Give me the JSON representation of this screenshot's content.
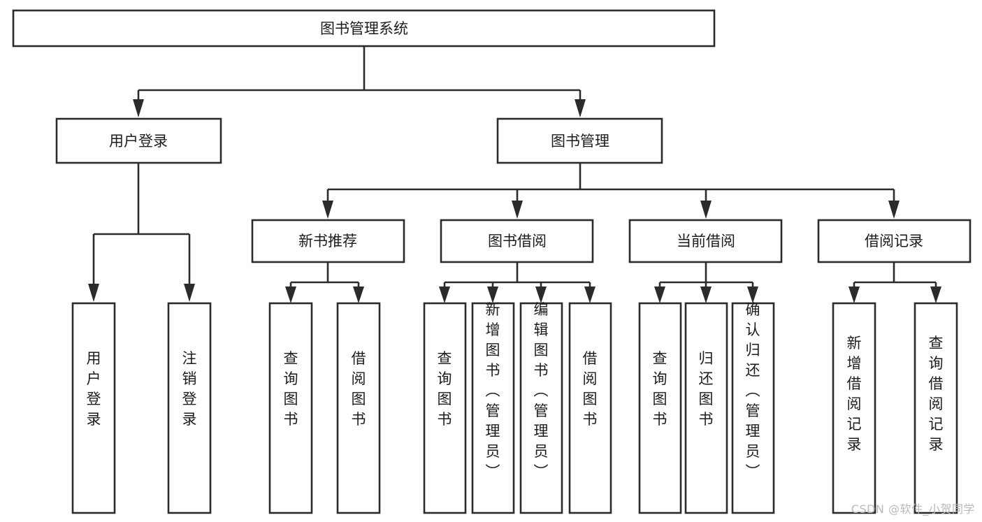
{
  "diagram": {
    "type": "tree-flowchart",
    "title": "图书管理系统",
    "watermark": "CSDN @软件_小贺同学",
    "colors": {
      "stroke": "#2b2b2b",
      "fill": "#ffffff",
      "text": "#1c1c1c",
      "watermark": "#b9b9b9",
      "background": "#ffffff"
    },
    "levels": {
      "root": {
        "label": "图书管理系统"
      },
      "level2": [
        {
          "label": "用户登录"
        },
        {
          "label": "图书管理"
        }
      ],
      "level3": [
        {
          "label": "新书推荐"
        },
        {
          "label": "图书借阅"
        },
        {
          "label": "当前借阅"
        },
        {
          "label": "借阅记录"
        }
      ],
      "leaves": {
        "user_login": [
          {
            "label": "用户登录"
          },
          {
            "label": "注销登录"
          }
        ],
        "new_book_recommend": [
          {
            "label": "查询图书"
          },
          {
            "label": "借阅图书"
          }
        ],
        "book_borrow": [
          {
            "label": "查询图书"
          },
          {
            "label": "新增图书（管理员）"
          },
          {
            "label": "编辑图书（管理员）"
          },
          {
            "label": "借阅图书"
          }
        ],
        "current_borrow": [
          {
            "label": "查询图书"
          },
          {
            "label": "归还图书"
          },
          {
            "label": "确认归还（管理员）"
          }
        ],
        "borrow_record": [
          {
            "label": "新增借阅记录"
          },
          {
            "label": "查询借阅记录"
          }
        ]
      }
    }
  }
}
